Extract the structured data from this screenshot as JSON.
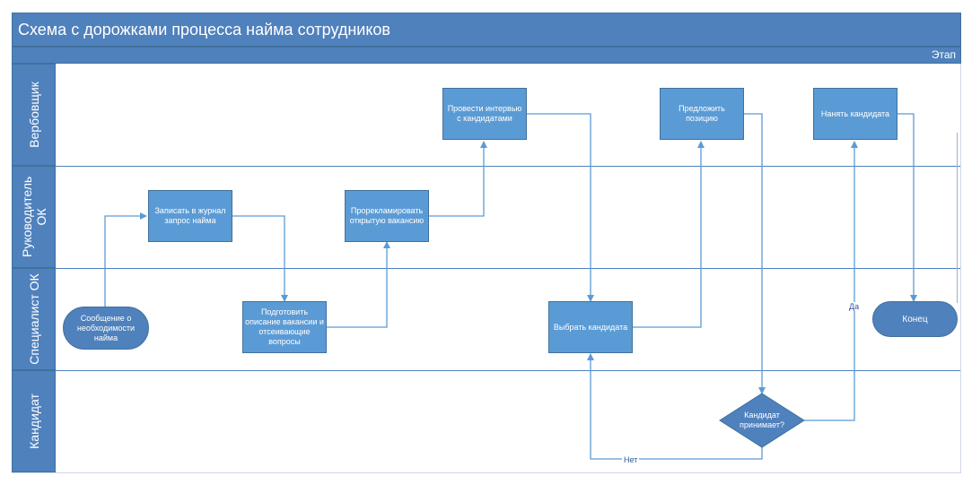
{
  "diagram": {
    "title": "Схема с дорожками процесса найма сотрудников",
    "phase_label": "Этап",
    "lanes": [
      {
        "label": "Вербовщик"
      },
      {
        "label": "Руководитель ОК"
      },
      {
        "label": "Специалист ОК"
      },
      {
        "label": "Кандидат"
      }
    ],
    "nodes": {
      "start": "Сообщение о необходимости найма",
      "log_request": "Записать в журнал запрос найма",
      "prepare_description": "Подготовить описание вакансии и отсеивающие вопросы",
      "advertise": "Прорекламировать открытую вакансию",
      "interview": "Провести интервью с кандидатами",
      "select_candidate": "Выбрать кандидата",
      "offer_position": "Предложить позицию",
      "decision": "Кандидат принимает?",
      "hire": "Нанять кандидата",
      "end": "Конец"
    },
    "edge_labels": {
      "yes": "Да",
      "no": "Нет"
    },
    "colors": {
      "header": "#4f81bd",
      "process": "#5b9bd5",
      "terminal": "#4f81bd",
      "connector": "#5b9bd5"
    }
  }
}
